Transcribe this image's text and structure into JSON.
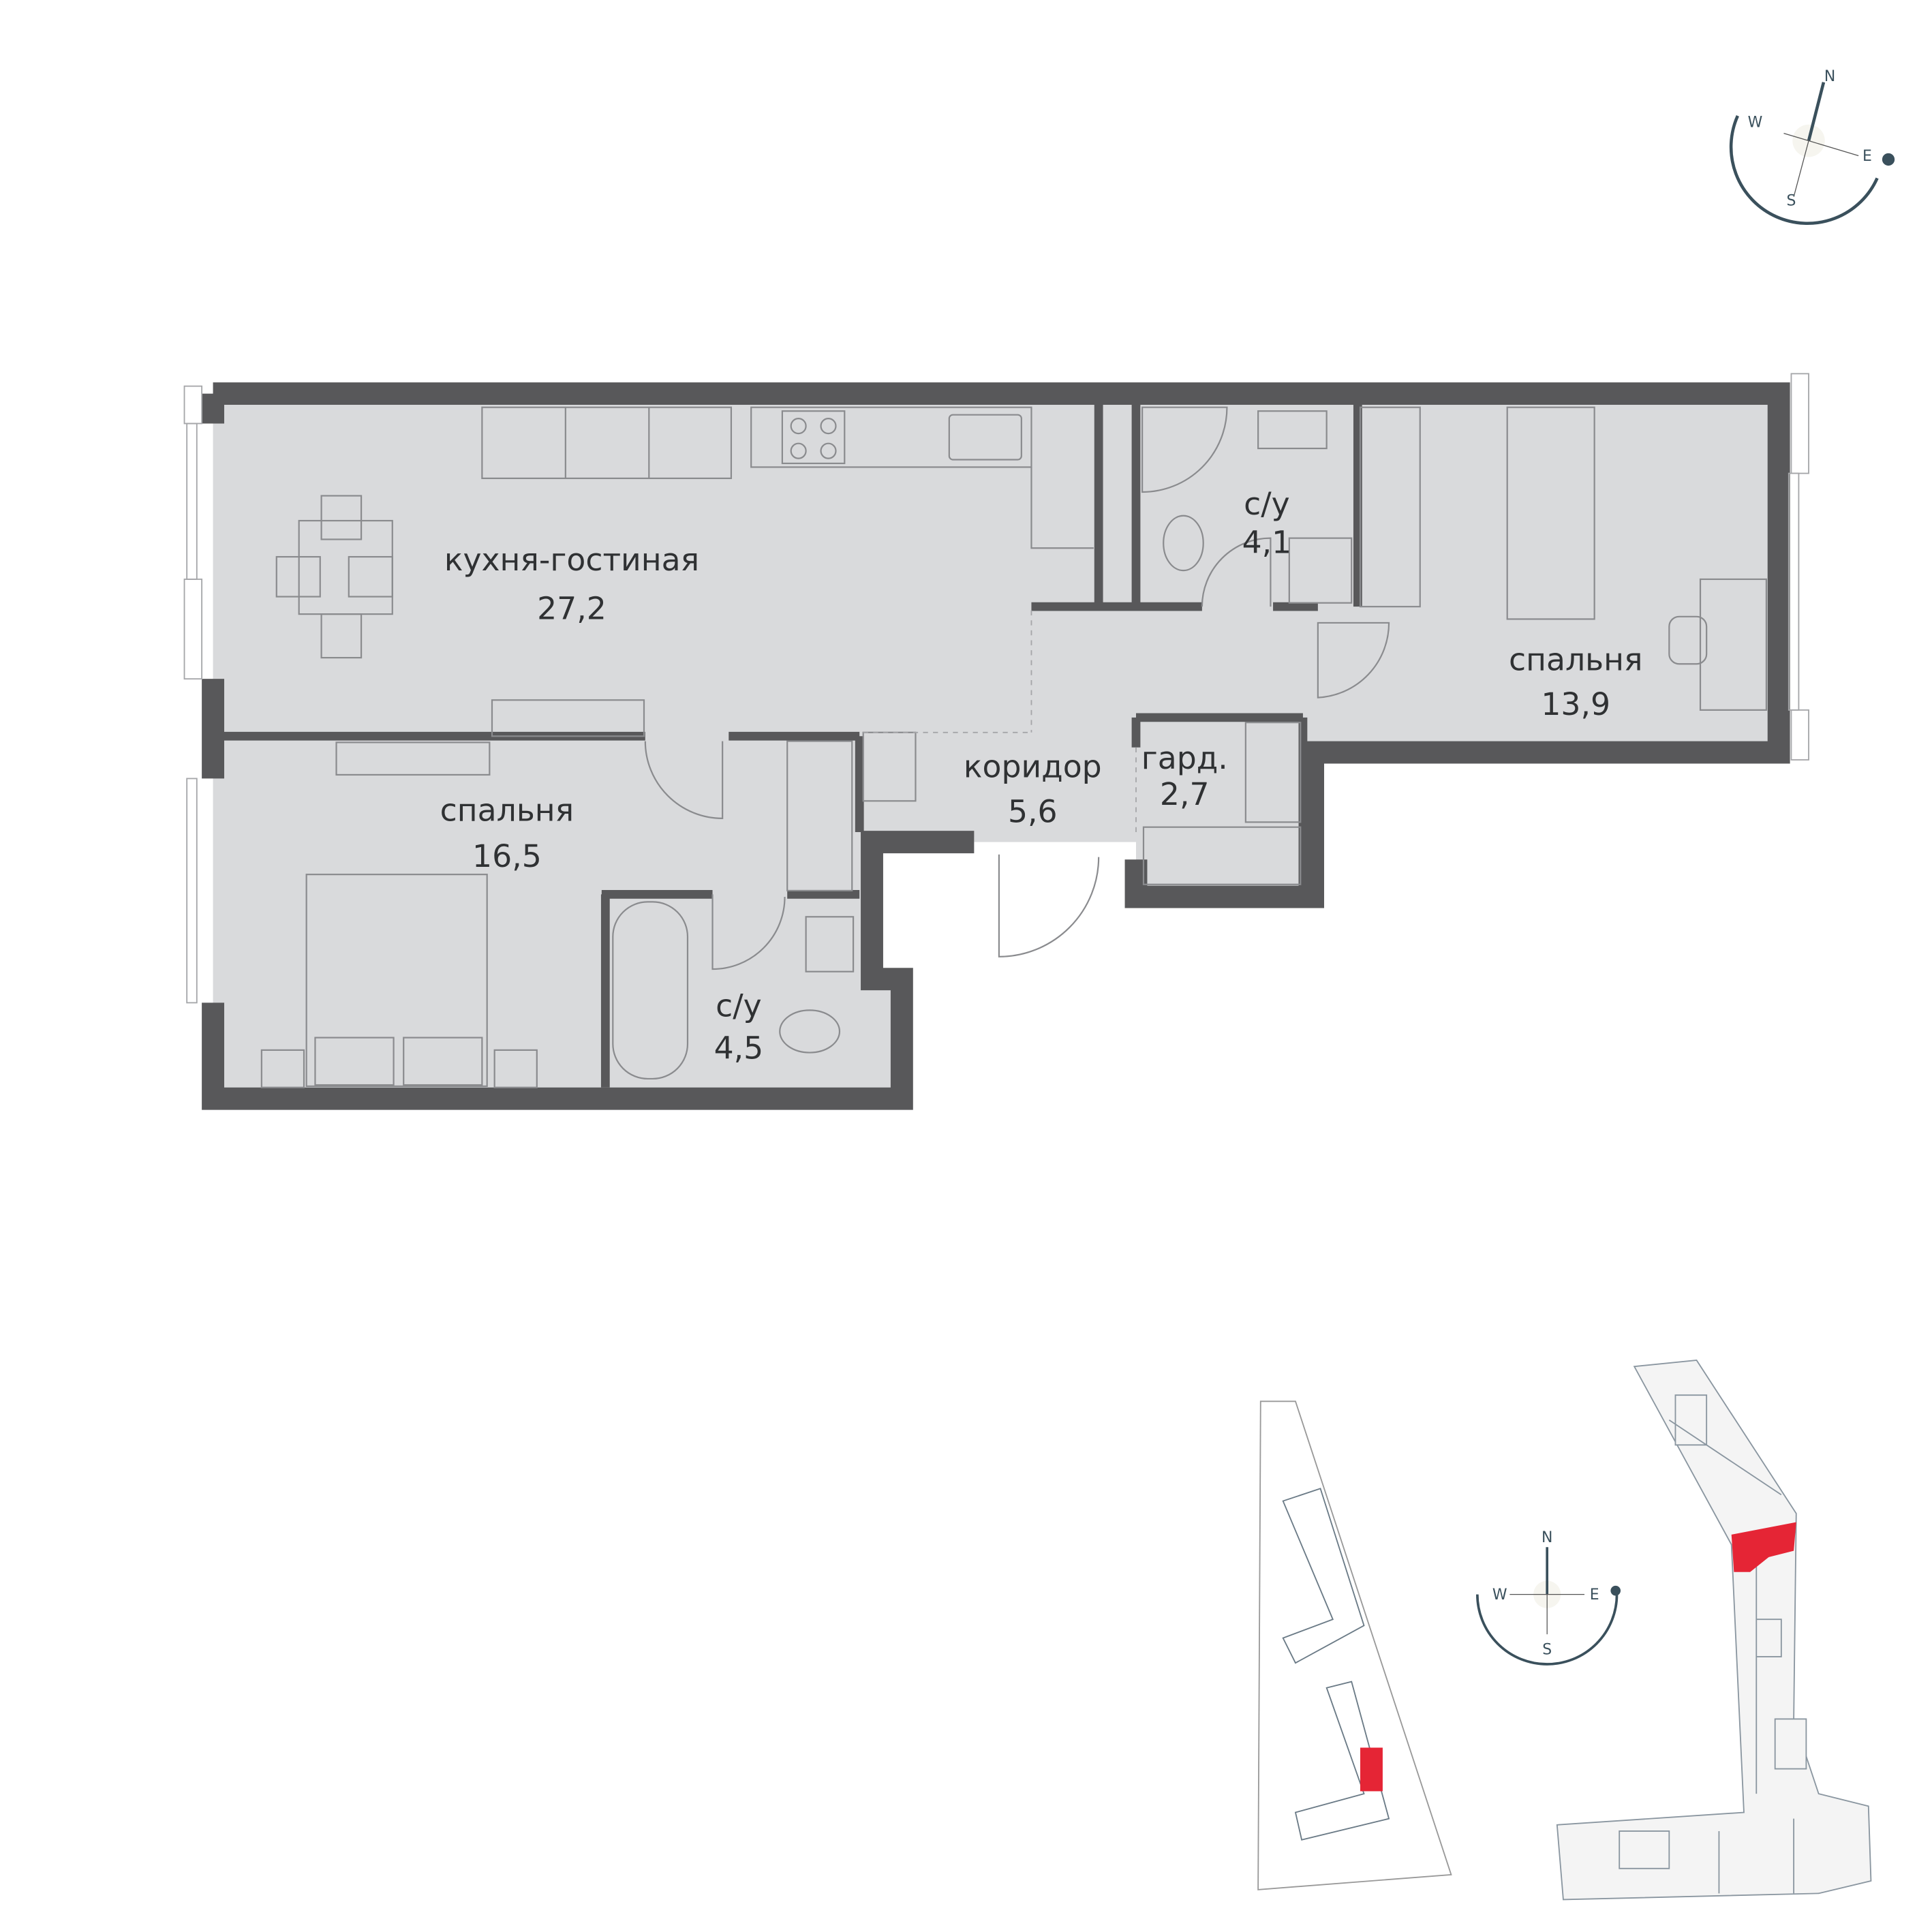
{
  "rooms": [
    {
      "name": "кухня-гостиная",
      "area": "27,2"
    },
    {
      "name": "спальня",
      "area": "13,9"
    },
    {
      "name": "коридор",
      "area": "5,6"
    },
    {
      "name": "гард.",
      "area": "2,7"
    },
    {
      "name": "спальня",
      "area": "16,5"
    },
    {
      "name": "с/у",
      "area": "4,1"
    },
    {
      "name": "с/у",
      "area": "4,5"
    }
  ],
  "compass": {
    "n": "N",
    "s": "S",
    "e": "E",
    "w": "W"
  },
  "site_compass": {
    "n": "N",
    "s": "S",
    "e": "E",
    "w": "W"
  },
  "colors": {
    "wall": "#58585a",
    "floor": "#d9dadc",
    "compass": "#3a505c",
    "highlight": "#e52535"
  }
}
